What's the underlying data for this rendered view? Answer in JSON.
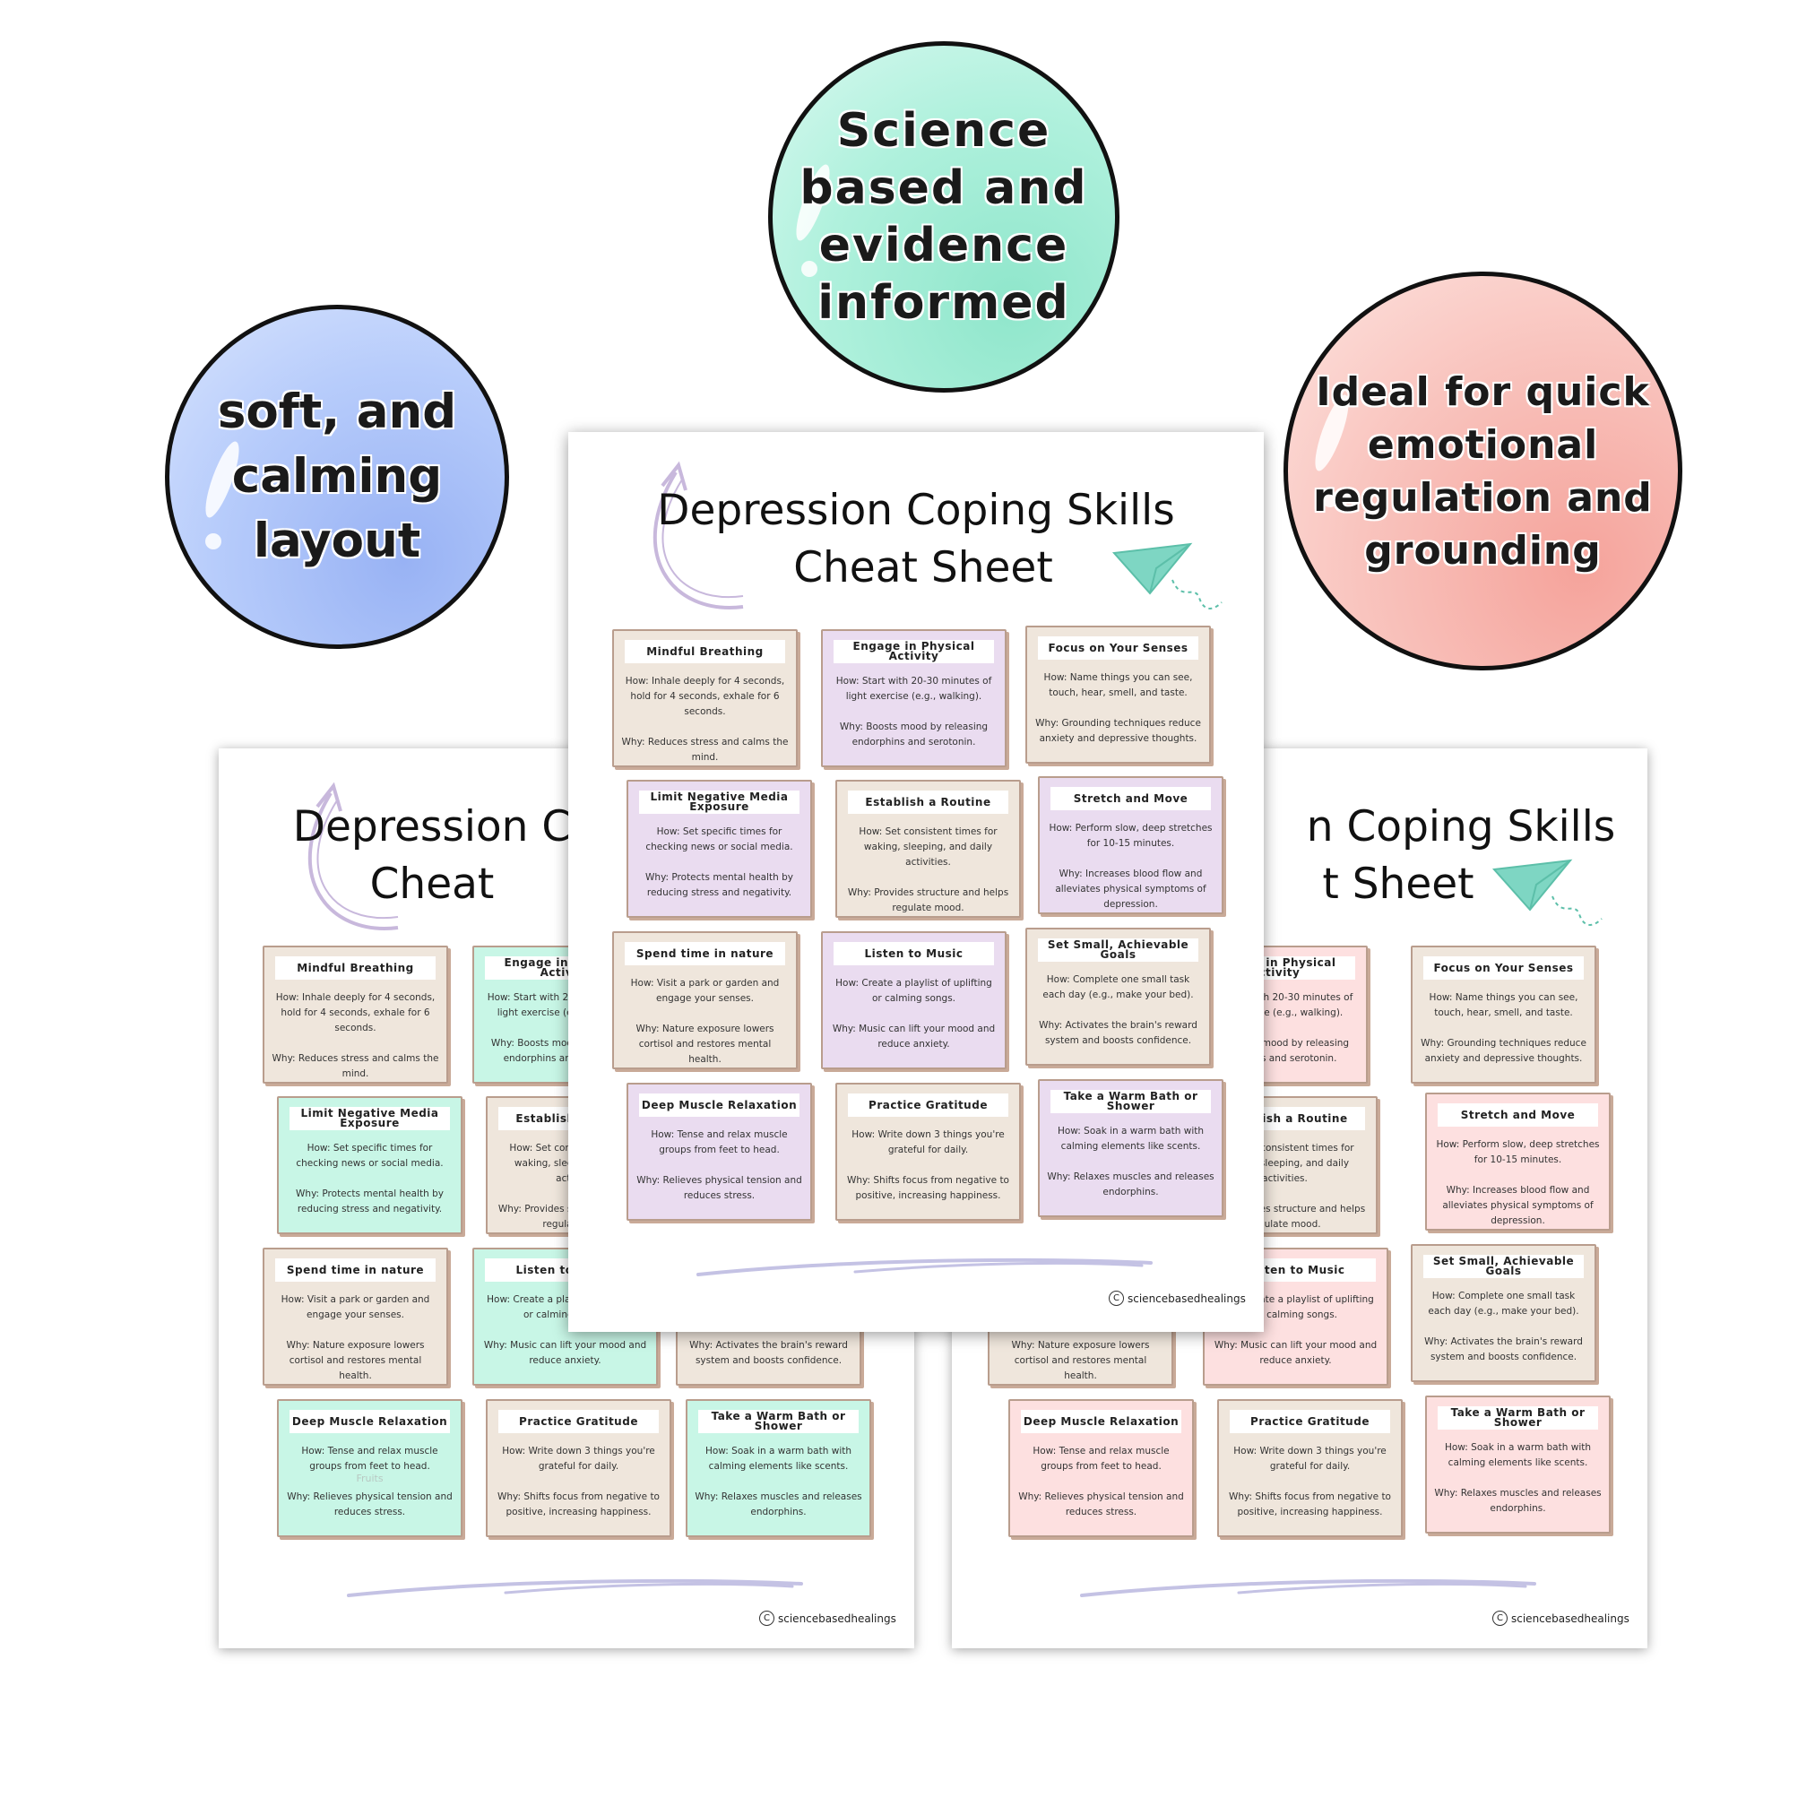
{
  "bubbles": {
    "left": "soft, and\ncalming\nlayout",
    "top": "Science\nbased and\nevidence\ninformed",
    "right": "Ideal for quick\nemotional\nregulation and\ngrounding"
  },
  "sheet": {
    "title_line1": "Depression Coping Skills",
    "title_line2": "Cheat Sheet",
    "footer": "sciencebasedhealings",
    "copyright_symbol": "C",
    "left_title_line1": "Depression C",
    "left_title_line2": "Cheat",
    "right_title_line1": "n Coping Skills",
    "right_title_line2": "t Sheet"
  },
  "cards": [
    {
      "title": "Mindful Breathing",
      "how": "How: Inhale deeply for 4 seconds, hold for 4 seconds, exhale for 6 seconds.",
      "why": "Why: Reduces stress and calms the mind."
    },
    {
      "title": "Engage in Physical Activity",
      "how": "How: Start with 20-30 minutes of light exercise (e.g., walking).",
      "why": "Why: Boosts mood by releasing endorphins and serotonin."
    },
    {
      "title": "Focus on Your Senses",
      "how": "How: Name things you can see, touch, hear, smell, and taste.",
      "why": "Why: Grounding techniques reduce anxiety and depressive thoughts."
    },
    {
      "title": "Limit Negative Media Exposure",
      "how": "How: Set specific times for checking news or social media.",
      "why": "Why: Protects mental health by reducing stress and negativity."
    },
    {
      "title": "Establish a Routine",
      "how": "How: Set consistent times for waking, sleeping, and daily activities.",
      "why": "Why: Provides structure and helps regulate mood."
    },
    {
      "title": "Stretch and Move",
      "how": "How: Perform slow, deep stretches for 10-15 minutes.",
      "why": "Why: Increases blood flow and alleviates physical symptoms of depression."
    },
    {
      "title": "Spend time in nature",
      "how": "How: Visit a park or garden and engage your senses.",
      "why": "Why: Nature exposure lowers cortisol and restores mental health."
    },
    {
      "title": "Listen to Music",
      "how": "How: Create a playlist of uplifting or calming songs.",
      "why": "Why: Music can lift your mood and reduce anxiety."
    },
    {
      "title": "Set Small, Achievable Goals",
      "how": "How: Complete one small task each day (e.g., make your bed).",
      "why": "Why: Activates the brain's reward system and boosts confidence."
    },
    {
      "title": "Deep Muscle Relaxation",
      "how": "How: Tense and relax muscle groups from feet to head.",
      "why": "Why: Relieves physical tension and reduces stress."
    },
    {
      "title": "Practice Gratitude",
      "how": "How: Write down 3 things you're grateful for daily.",
      "why": "Why: Shifts focus from negative to positive, increasing happiness."
    },
    {
      "title": "Take a Warm Bath or Shower",
      "how": "How: Soak in a warm bath with calming elements like scents.",
      "why": "Why: Relaxes muscles and releases endorphins."
    }
  ],
  "stray_text": "Fruits",
  "colors": {
    "beige": "#efe6dc",
    "lilac": "#eadcf0",
    "mint": "#c8f6e6",
    "pink": "#fde0e0",
    "arrow": "#c8b8dc",
    "plane": "#7ed6c3",
    "swoosh": "#c4c2e4"
  }
}
